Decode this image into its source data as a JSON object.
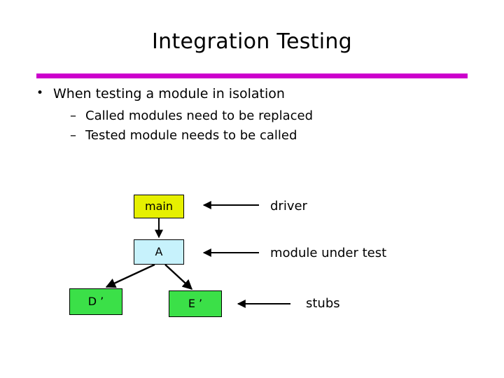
{
  "slide": {
    "title": "Integration Testing",
    "rule_color": "#CC00CC",
    "background": "#FFFFFF"
  },
  "bullets": [
    {
      "level": 1,
      "marker": "•",
      "text": "When testing a module in isolation"
    },
    {
      "level": 2,
      "marker": "–",
      "text": "Called modules need to be replaced"
    },
    {
      "level": 2,
      "marker": "–",
      "text": "Tested module needs to be called"
    }
  ],
  "diagram": {
    "nodes": [
      {
        "id": "main",
        "label": "main",
        "fill": "#E6F000",
        "border": "#000000"
      },
      {
        "id": "a",
        "label": "A",
        "fill": "#C7F2FC",
        "border": "#000000"
      },
      {
        "id": "dprime",
        "label": "D ’",
        "fill": "#3BE048",
        "border": "#000000"
      },
      {
        "id": "eprime",
        "label": "E ’",
        "fill": "#3BE048",
        "border": "#000000"
      }
    ],
    "edges": [
      {
        "from": "main",
        "to": "a",
        "style": "arrow-down"
      },
      {
        "from": "a",
        "to": "dprime",
        "style": "arrow-diagonal-left"
      },
      {
        "from": "a",
        "to": "eprime",
        "style": "arrow-diagonal-right"
      }
    ],
    "annotations": [
      {
        "id": "driver",
        "label": "driver",
        "points_to": "main",
        "arrow": "left"
      },
      {
        "id": "mut",
        "label": "module under test",
        "points_to": "a",
        "arrow": "left"
      },
      {
        "id": "stubs",
        "label": "stubs",
        "points_to": "eprime",
        "arrow": "left"
      }
    ]
  }
}
